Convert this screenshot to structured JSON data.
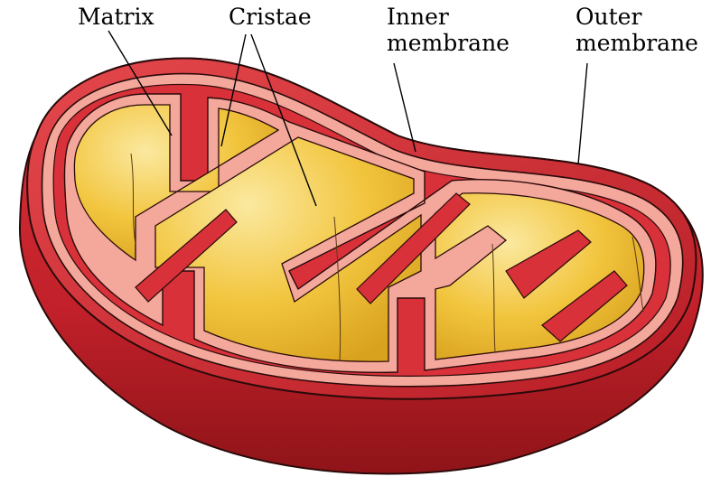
{
  "diagram": {
    "labels": {
      "matrix": "Matrix",
      "cristae": "Cristae",
      "inner_line1": "Inner",
      "inner_line2": "membrane",
      "outer_line1": "Outer",
      "outer_line2": "membrane"
    },
    "colors": {
      "outer_body": "#c8232b",
      "outer_body_dark": "#8e1418",
      "membrane_band": "#f4a79b",
      "intermembrane_space": "#d8313a",
      "matrix_fill": "#f2c33c",
      "matrix_highlight": "#fbe79a",
      "outline": "#2a0a0a"
    }
  }
}
